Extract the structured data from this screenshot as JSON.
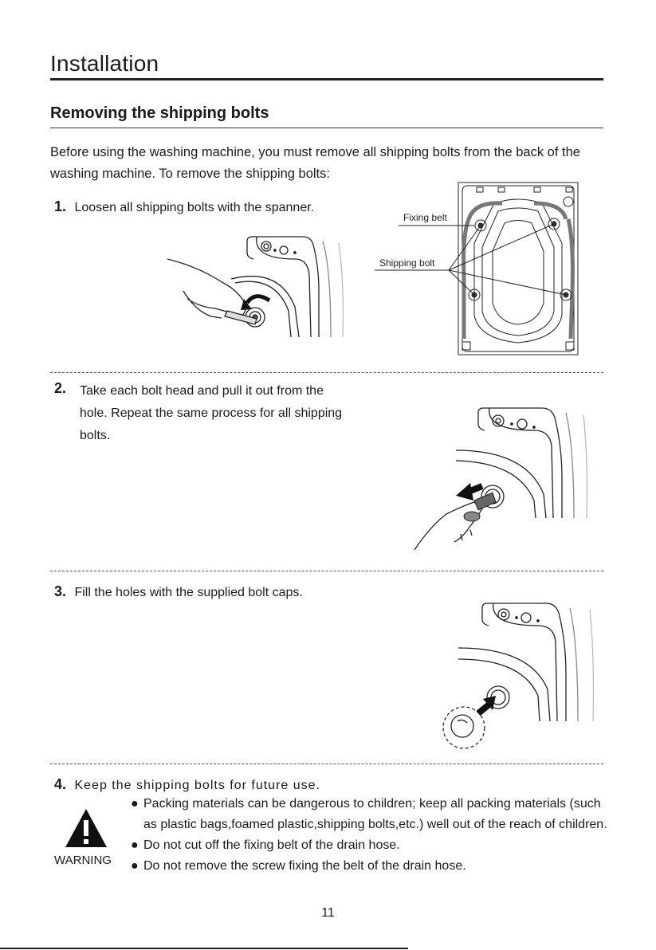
{
  "header": {
    "section_title": "Installation",
    "subsection_title": "Removing the shipping bolts"
  },
  "intro": "Before using the washing machine, you must remove all shipping bolts from the back of the washing machine. To remove the shipping bolts:",
  "steps": [
    {
      "number": "1.",
      "text": "Loosen all shipping bolts with the spanner."
    },
    {
      "number": "2.",
      "text": "Take each bolt head and pull it out from the hole. Repeat the same process for all shipping bolts."
    },
    {
      "number": "3.",
      "text": "Fill the holes with the supplied bolt caps."
    },
    {
      "number": "4.",
      "text": "Keep the shipping bolts for future use."
    }
  ],
  "diagram_labels": {
    "fixing_belt": "Fixing belt",
    "shipping_bolt": "Shipping bolt"
  },
  "warning": {
    "label": "WARNING",
    "bullets": [
      "Packing materials can be dangerous to children; keep all packing materials (such as plastic bags,foamed plastic,shipping bolts,etc.) well out of the reach of children.",
      "Do not cut off the fixing belt of the drain hose.",
      "Do not remove the screw fixing the belt of the drain hose."
    ]
  },
  "footer": {
    "page_number": "11"
  },
  "icons": [
    "bullet-dot",
    "warning-triangle-icon",
    "spanner-illustration",
    "machine-back-diagram",
    "arrow-pull-icon",
    "arrow-push-icon"
  ]
}
